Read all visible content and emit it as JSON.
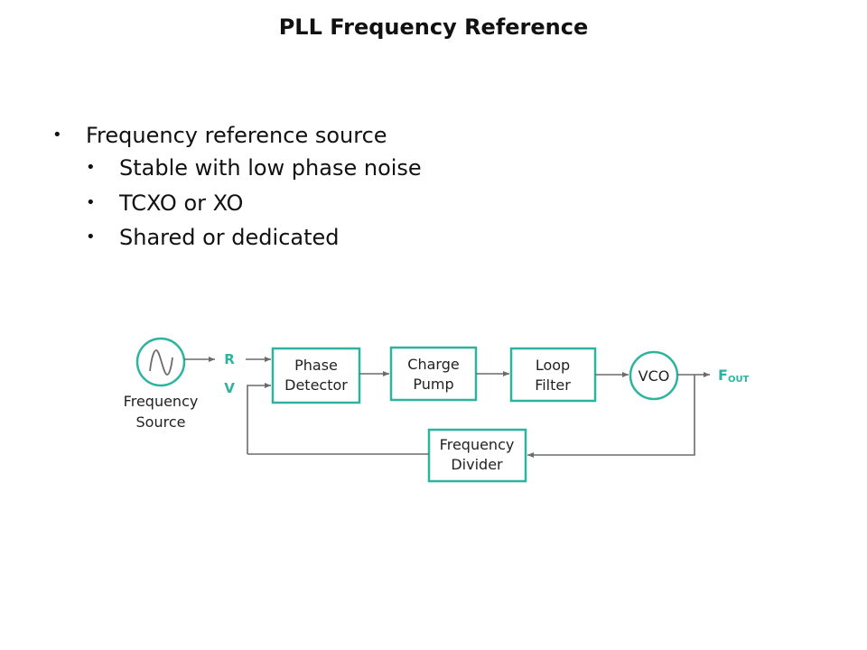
{
  "slide": {
    "title": "PLL Frequency Reference",
    "bullets": [
      {
        "text": "Frequency reference source",
        "children": [
          "Stable with low phase noise",
          "TCXO or XO",
          "Shared or dedicated"
        ]
      }
    ]
  },
  "diagram": {
    "accent_color": "#2eb39f",
    "line_color": "#6b6b6b",
    "source": {
      "label_line1": "Frequency",
      "label_line2": "Source",
      "icon": "sine-wave-icon"
    },
    "input_labels": {
      "r": "R",
      "v": "V"
    },
    "blocks": {
      "phase_detector": [
        "Phase",
        "Detector"
      ],
      "charge_pump": [
        "Charge",
        "Pump"
      ],
      "loop_filter": [
        "Loop",
        "Filter"
      ],
      "vco": "VCO",
      "frequency_divider": [
        "Frequency",
        "Divider"
      ]
    },
    "output": {
      "main": "F",
      "sub": "OUT"
    }
  }
}
